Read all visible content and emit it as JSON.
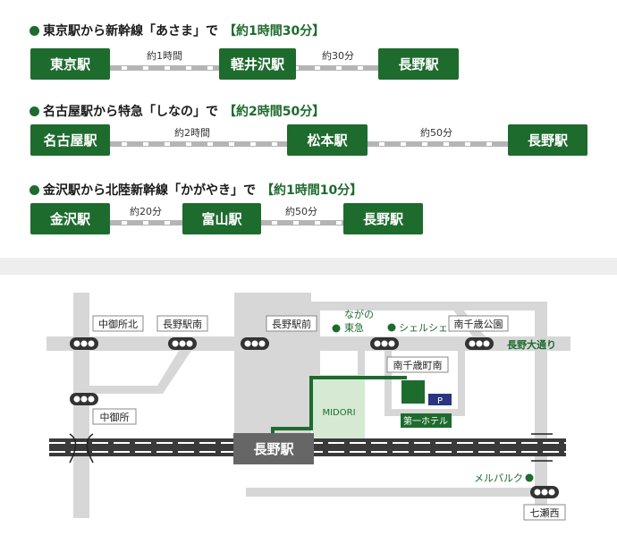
{
  "routes": [
    {
      "title": "東京駅から新幹線「あさま」で",
      "duration": "【約1時間30分】",
      "stations": [
        "東京駅",
        "軽井沢駅",
        "長野駅"
      ],
      "segments": [
        "約1時間",
        "約30分"
      ]
    },
    {
      "title": "名古屋駅から特急「しなの」で",
      "duration": "【約2時間50分】",
      "stations": [
        "名古屋駅",
        "松本駅",
        "長野駅"
      ],
      "segments": [
        "約2時間",
        "約50分"
      ]
    },
    {
      "title": "金沢駅から北陸新幹線「かがやき」で",
      "duration": "【約1時間10分】",
      "stations": [
        "金沢駅",
        "富山駅",
        "長野駅"
      ],
      "segments": [
        "約20分",
        "約50分"
      ]
    }
  ],
  "map": {
    "station": "長野駅",
    "midori": "MIDORI",
    "hotel": "第一ホテル",
    "parking": "P",
    "street": "長野大通り",
    "intersections": {
      "nakagosho_kita": "中御所北",
      "nagano_ekiminami": "長野駅南",
      "nagano_ekimae": "長野駅前",
      "minami_chitose_koen": "南千歳公園",
      "minami_chitose_cho_minami": "南千歳町南",
      "nakagosho": "中御所",
      "shichisedanishi": "七瀬西"
    },
    "landmarks": {
      "nagano_tokyu": "ながの\n東急",
      "cercle": "シェルシェ",
      "merparque": "メルパルク"
    },
    "colors": {
      "green": "#1e6b2e",
      "road": "#d7d7d7",
      "navy": "#2a3480",
      "midori_fill": "#d6ead3"
    }
  }
}
